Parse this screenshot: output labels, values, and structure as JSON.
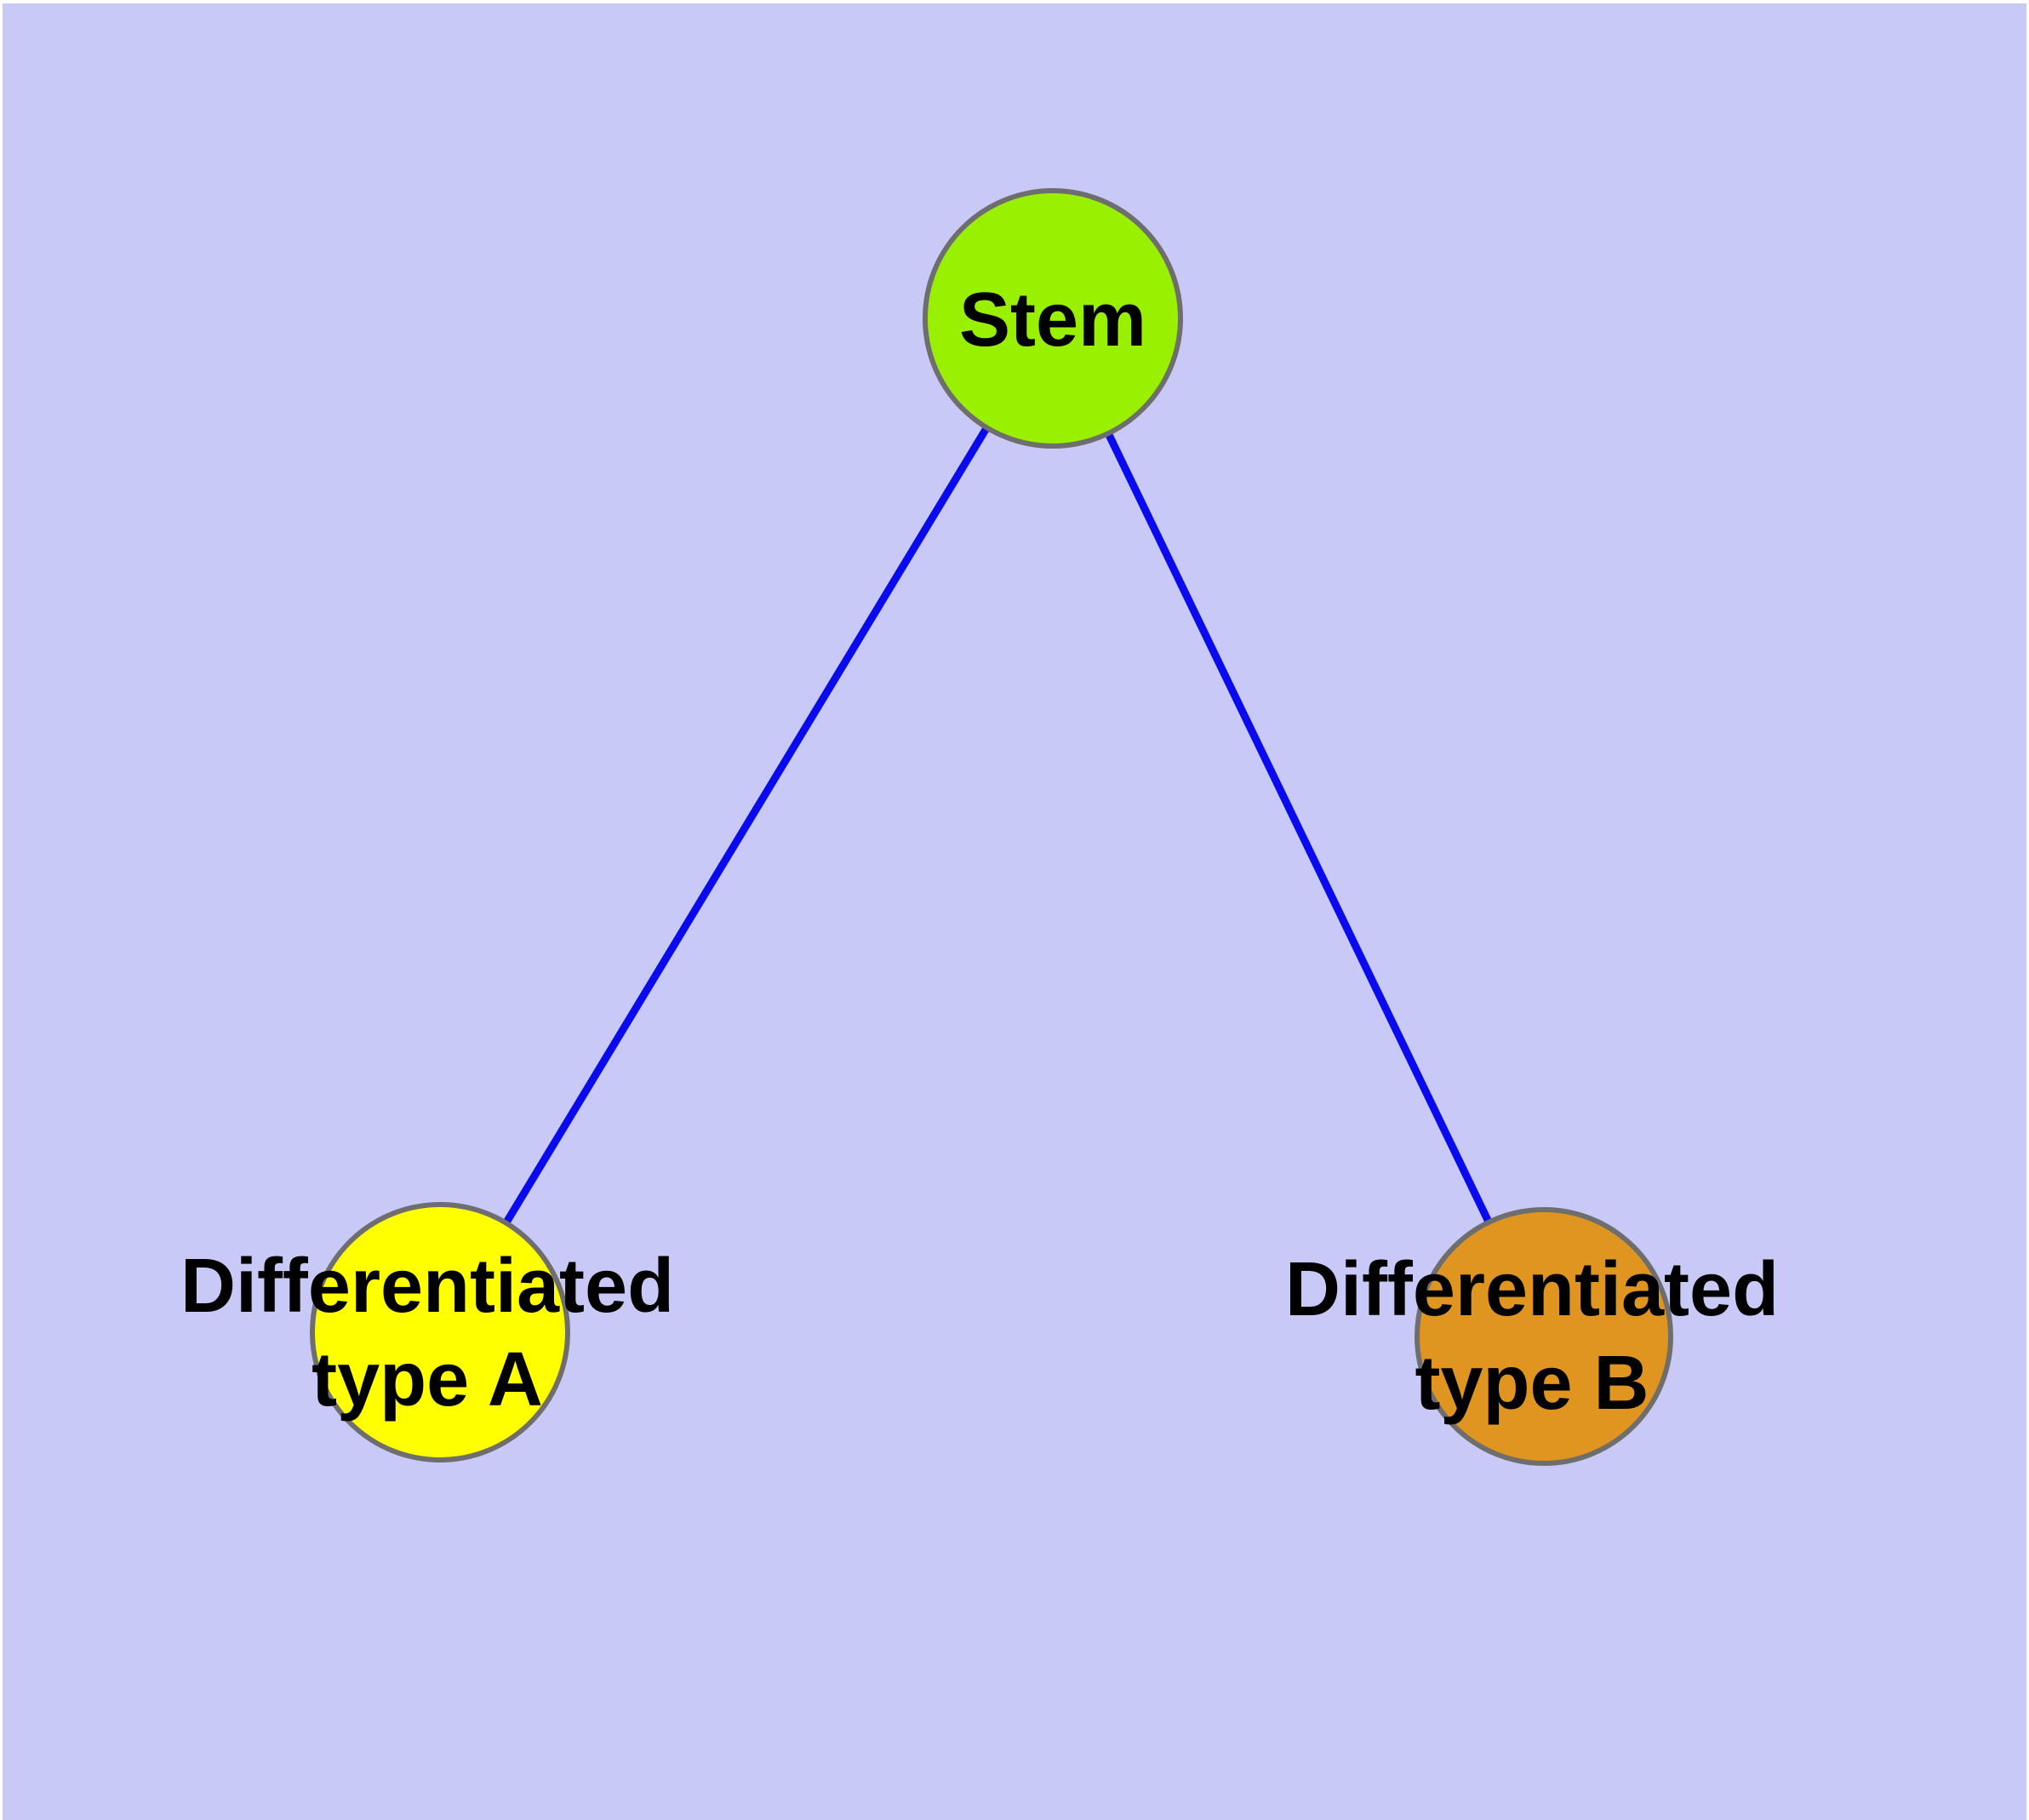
{
  "diagram": {
    "background_color": "#c9c9f7",
    "frame_color": "#ffffff",
    "edge_color": "#0a0aef",
    "node_border_color": "#6e6e6e",
    "label_color": "#000000",
    "nodes": {
      "stem": {
        "label": "Stem",
        "color": "#99f000"
      },
      "type_a": {
        "label": "Differentiated\ntype A",
        "color": "#ffff00"
      },
      "type_b": {
        "label": "Differentiated\ntype B",
        "color": "#df951f"
      }
    },
    "edges": [
      {
        "from": "Stem",
        "to": "Differentiated type A"
      },
      {
        "from": "Stem",
        "to": "Differentiated type B"
      }
    ]
  }
}
